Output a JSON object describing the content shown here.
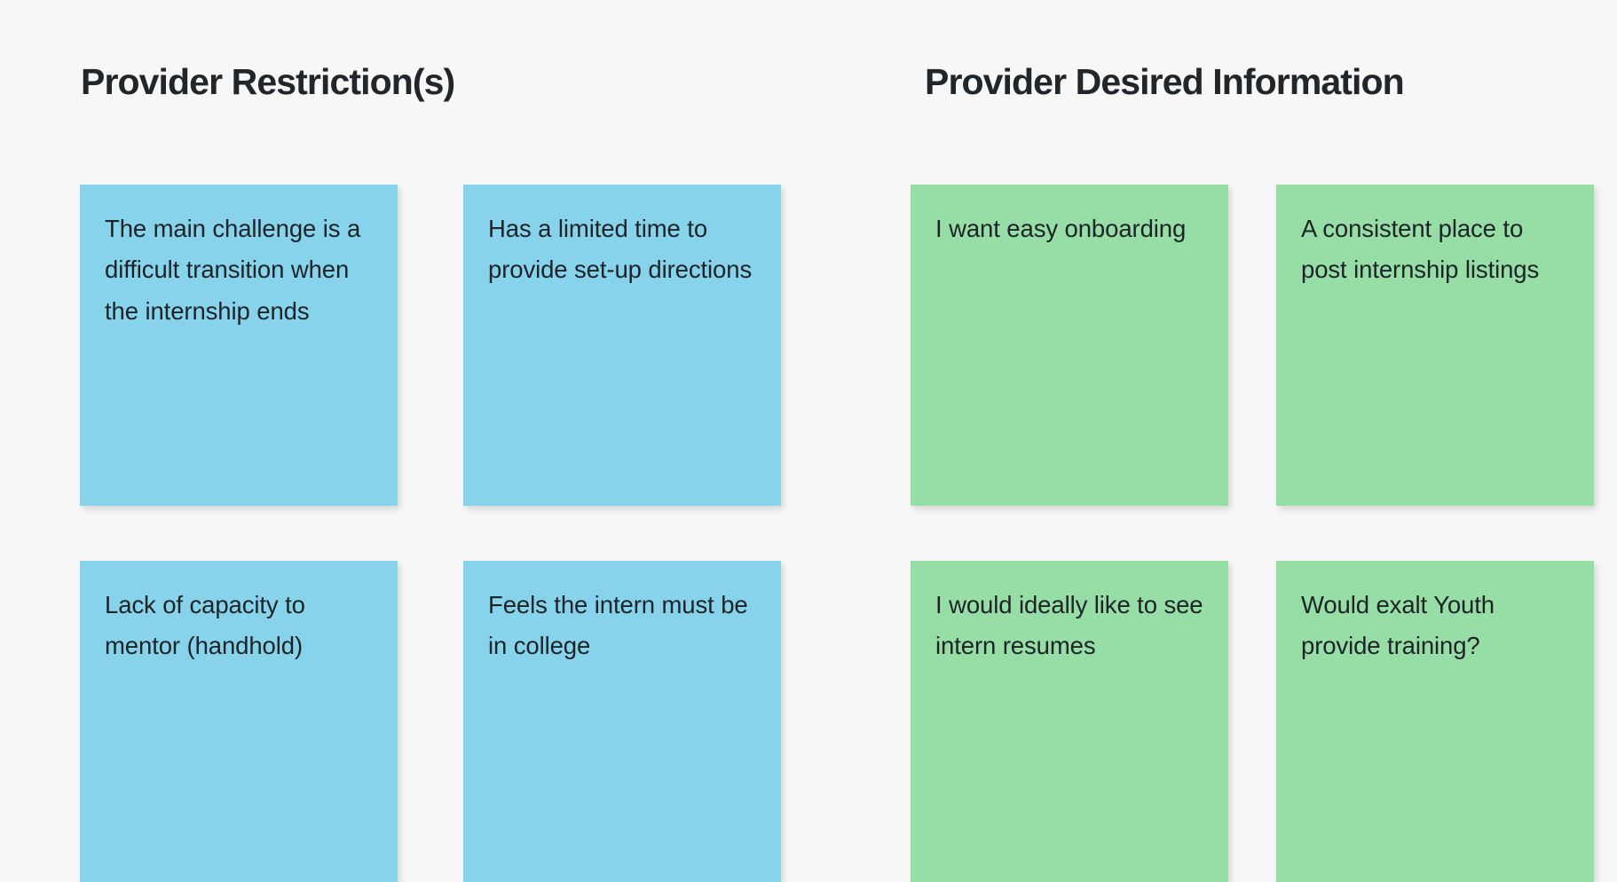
{
  "board": {
    "background_color": "#f7f7f7",
    "columns": [
      {
        "id": "provider-restrictions",
        "heading": "Provider Restriction(s)",
        "note_color": "#87d3ec",
        "notes": [
          {
            "text": "The main challenge is a difficult transition when the internship ends"
          },
          {
            "text": "Has a limited time to provide set-up directions"
          },
          {
            "text": "Lack of capacity to mentor (handhold)"
          },
          {
            "text": "Feels the intern must be in college"
          }
        ]
      },
      {
        "id": "provider-desired-information",
        "heading": "Provider Desired Information",
        "note_color": "#96dda6",
        "notes": [
          {
            "text": "I want easy onboarding"
          },
          {
            "text": "A consistent place to post internship listings"
          },
          {
            "text": "I would ideally like to see intern resumes"
          },
          {
            "text": "Would exalt Youth provide training?"
          }
        ]
      }
    ]
  },
  "notes": {
    "restriction_1": "The main challenge is a difficult transition when the internship ends",
    "restriction_2": "Has a limited time to provide set-up directions",
    "restriction_3": "Lack of capacity to mentor (handhold)",
    "restriction_4": "Feels the intern must be in college",
    "desired_1": "I want easy onboarding",
    "desired_2": "A consistent place to post internship listings",
    "desired_3": "I would ideally like to see intern resumes",
    "desired_4": "Would exalt Youth provide training?"
  },
  "headings": {
    "restrictions": "Provider Restriction(s)",
    "desired": "Provider Desired Information"
  },
  "colors": {
    "background": "#f7f7f7",
    "text": "#1d2327",
    "heading_text": "#20262a",
    "note_blue": "#87d3ec",
    "note_green": "#96dda6"
  }
}
